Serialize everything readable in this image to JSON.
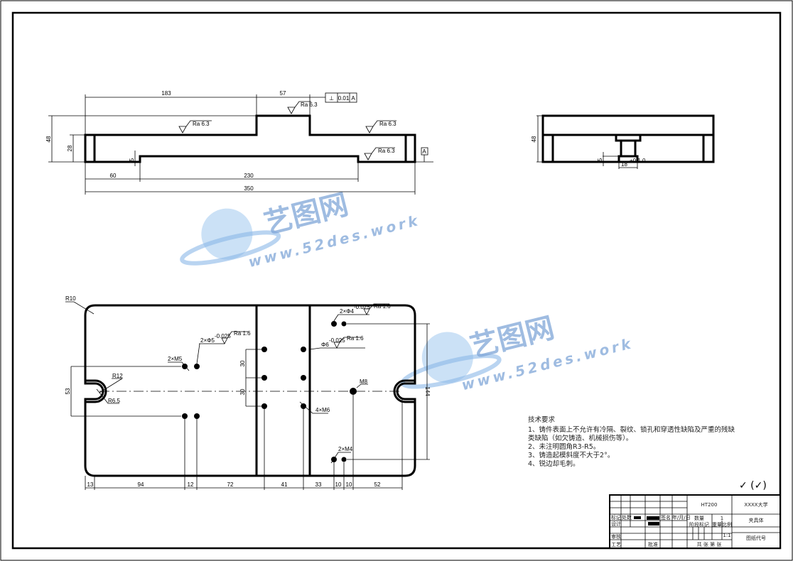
{
  "front_view": {
    "dims": {
      "d183": "183",
      "d57": "57",
      "d48": "48",
      "d28": "28",
      "d5": "5",
      "d60": "60",
      "d230": "230",
      "d350": "350"
    },
    "roughness": [
      "Ra 6.3",
      "Ra 6.3",
      "Ra 6.3",
      "Ra 6.3"
    ],
    "tolerance_frame": {
      "symbol": "⊥",
      "value": "0.01",
      "datum": "A"
    },
    "datum_label": "A"
  },
  "side_view": {
    "dims": {
      "d48": "48",
      "d5": "5",
      "d18": "18",
      "d18_tol": "+0.1\n0"
    }
  },
  "top_view": {
    "labels": {
      "r10": "R10",
      "r12": "R12",
      "r65": "R6.5",
      "m5": "2×M5",
      "phi5": "2×Φ5",
      "phi5_tol": "-0.025",
      "ra1": "Ra 1.6",
      "ra2": "Ra 1.6",
      "ra3": "Ra 1.6",
      "phi4": "2×Φ4",
      "phi4_tol": "-0.025",
      "phi6": "Φ6",
      "phi6_tol": "-0.025",
      "m8": "M8",
      "m6": "4×M6",
      "m4": "2×M4",
      "d53": "53",
      "d144": "144",
      "d30a": "30",
      "d30b": "30"
    },
    "bottom_dims": [
      "13",
      "94",
      "12",
      "72",
      "41",
      "33",
      "10",
      "10",
      "52"
    ]
  },
  "tech_requirements": {
    "title": "技术要求",
    "lines": [
      "1、铸件表面上不允许有冷隔、裂纹、锁孔和穿透性缺陷及严重的残缺",
      "类缺陷（如欠铸造、机械损伤等）。",
      "2、未注明圆角R3-R5。",
      "3、铸造起模斜度不大于2°。",
      "4、锐边却毛刺。"
    ]
  },
  "surface_symbol": "✓ (✓)",
  "title_block": {
    "material": "HT200",
    "school": "XXXX大学",
    "quantity_label": "数量",
    "quantity": "1",
    "part_name": "夹具体",
    "stage_label": "阶段标记",
    "weight_label": "重量",
    "scale_label": "比例",
    "scale": "1:1",
    "drawing_no": "图纸代号",
    "sheets": "共  张    第  张",
    "mark": "标记",
    "count": "处数",
    "sign": "签名",
    "date": "年/月/日",
    "design": "设计",
    "review": "审核",
    "process": "工艺",
    "approve": "批准"
  },
  "watermark": {
    "brand": "艺图网",
    "url": "www.52des.work"
  }
}
